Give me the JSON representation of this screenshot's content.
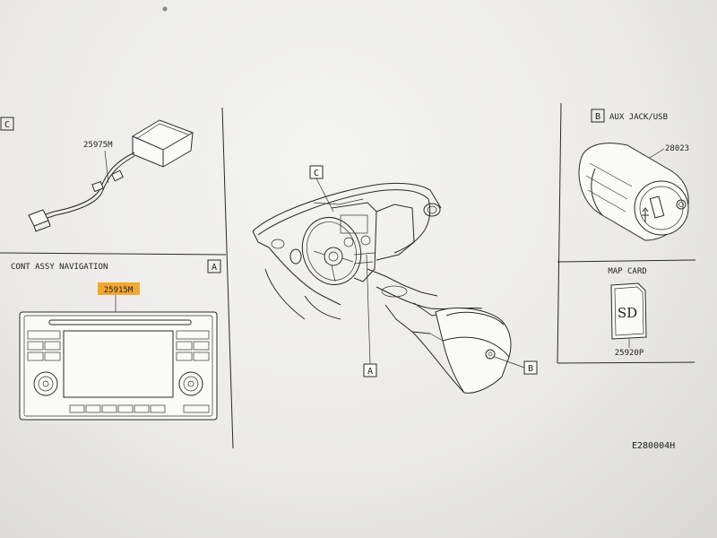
{
  "panels": {
    "c": {
      "ref_letter": "C",
      "part_number": "25975M"
    },
    "a": {
      "ref_letter": "A",
      "title": "CONT ASSY NAVIGATION",
      "part_number": "25915M",
      "highlight_color": "#f2a82e"
    },
    "b": {
      "ref_letter": "B",
      "title": "AUX JACK/USB",
      "part_number": "28023"
    },
    "map": {
      "title": "MAP CARD",
      "card_text": "SD",
      "part_number": "25920P"
    }
  },
  "center": {
    "callout_c": "C",
    "callout_a": "A",
    "callout_b": "B"
  },
  "figure_id": "E280004H"
}
